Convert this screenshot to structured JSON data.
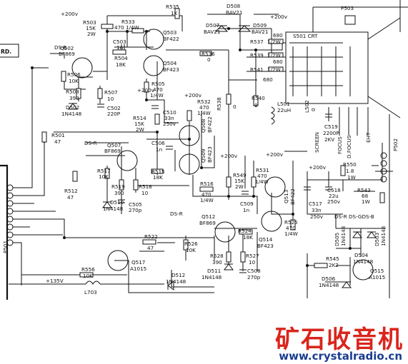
{
  "labels": {
    "ds_b_1": "DS-B",
    "ds_r_1": "DS-R",
    "ds_r_2": "DS-R",
    "ds_r_gds_b": "DS-R DS-GDS-B",
    "p501": "P501",
    "p502": "P502",
    "p503": "P503",
    "s501": "S501 CRT",
    "rd": "RD.",
    "v135": "+135V",
    "v200_1": "+200v",
    "v200_2": "+200v",
    "v200_3": "+200v",
    "v200_4": "+200v",
    "v200_5": "+200v",
    "v200_6": "+200v",
    "v200_7": "+200v",
    "r503": "R503",
    "r503v": "15K",
    "r503w": "2W",
    "r533": "R533",
    "r533v": "470 1/4W",
    "r535": "R535",
    "r535v": "1K",
    "c503": "C503",
    "c503v": "1n",
    "r504": "R504",
    "r504v": "18K",
    "q502": "Q502",
    "q502t": "BF869",
    "q503": "Q503",
    "q503t": "BF422",
    "q504": "Q504",
    "q504t": "BF423",
    "r505": "R505",
    "r505v": "470",
    "r505w": "1/4W",
    "r506": "R506",
    "r506v": "10K",
    "r508": "R508",
    "r508v": "390",
    "r507": "R507",
    "r507v": "10",
    "d502": "D502",
    "d502t": "1N4148",
    "c502": "C502",
    "c502v": "220P",
    "r501": "R501",
    "r501v": "47",
    "d507": "D507",
    "d507t": "BAV21",
    "d508": "D508",
    "d508t": "BAV21",
    "d509": "D509",
    "d509t": "BAV21",
    "r536": "R536",
    "r536v": "0",
    "r537": "R537",
    "r537v": "1/2W",
    "r539": "R539",
    "r539v": "1/2W",
    "r541": "R541",
    "r541v": "1/2W",
    "v680_1": "680",
    "v680_2": "680",
    "v680_3": "680",
    "r538": "R538",
    "r538v": "0",
    "r540": "R540",
    "r540v": "0",
    "l501": "L501",
    "l501v": "22uH",
    "l502": "L502",
    "l502v": "0",
    "c519": "C519",
    "c519v": "2200P",
    "c519w": "2KV",
    "screen": "SCREEN",
    "focus": "FOCUS",
    "dfocus": "D.FOCUS",
    "eht": "EHT",
    "r532": "R532",
    "r532v": "470",
    "r532w": "1/4W",
    "c510": "C510",
    "c510v": "33n",
    "c510w": "250v",
    "r514": "R514",
    "r514v": "15K",
    "r514w": "2W",
    "c506": "C506",
    "c506v": "1n",
    "q507": "Q507",
    "q507t": "BF869",
    "q508": "Q508",
    "q508t": "BF422",
    "q509": "Q509",
    "q509t": "BF423",
    "r515": "R515",
    "r515v": "18K",
    "r516": "R516",
    "r516v": "470",
    "r516w": "1/4W",
    "r517": "R517",
    "r517v": "10K",
    "r512": "R512",
    "r512v": "47",
    "r519": "R519",
    "r519v": "390",
    "r518": "R518",
    "r518v": "10",
    "d510": "D510",
    "d510t": "1N4148",
    "c505": "C505",
    "c505v": "270p",
    "r549": "R549",
    "r549v": "15K",
    "r549w": "2W",
    "r531": "R531",
    "r531v": "470",
    "r531w": "1/4W",
    "q513": "Q513",
    "q513t": "BF422",
    "c509": "C509",
    "c509v": "1n",
    "q512": "Q512",
    "q512t": "BF869",
    "r524": "R524",
    "r524v": "18K",
    "q514": "Q514",
    "q514t": "BF423",
    "r525": "R525",
    "r525v": "470",
    "r525w": "1/4W",
    "r522": "R522",
    "r522v": "47",
    "r526": "R526",
    "r526v": "10K",
    "r528": "R528",
    "r528v": "390",
    "r527": "R527",
    "r527v": "10",
    "d511": "D511",
    "d511t": "1N4148",
    "c508": "C508",
    "c508v": "270p",
    "q517": "Q517",
    "q517t": "A1015",
    "r556": "R556",
    "r556v": "10K",
    "d512": "D512",
    "d512t": "1N4148",
    "l703": "L703",
    "c517": "C517",
    "c517v": "33n",
    "c517w": "250v",
    "c518": "C518",
    "c518v": "22u",
    "c518w": "250v",
    "r550": "R550",
    "r550v": "1.8",
    "r550w": "1W",
    "r543": "R543",
    "r543v": "68",
    "r543w": "1W",
    "d505": "D505",
    "d505t": "1N4148",
    "d503": "D503",
    "d503t": "1N4148",
    "d504": "D504",
    "d504t": "1N4148",
    "r545": "R545",
    "r545v": "2K2",
    "d506": "D506",
    "d506t": "1N4148",
    "q515": "Q515",
    "q515t": "A1015"
  },
  "banner": {
    "brand": "矿石收音机",
    "site": "www.crystalradio.cn"
  }
}
